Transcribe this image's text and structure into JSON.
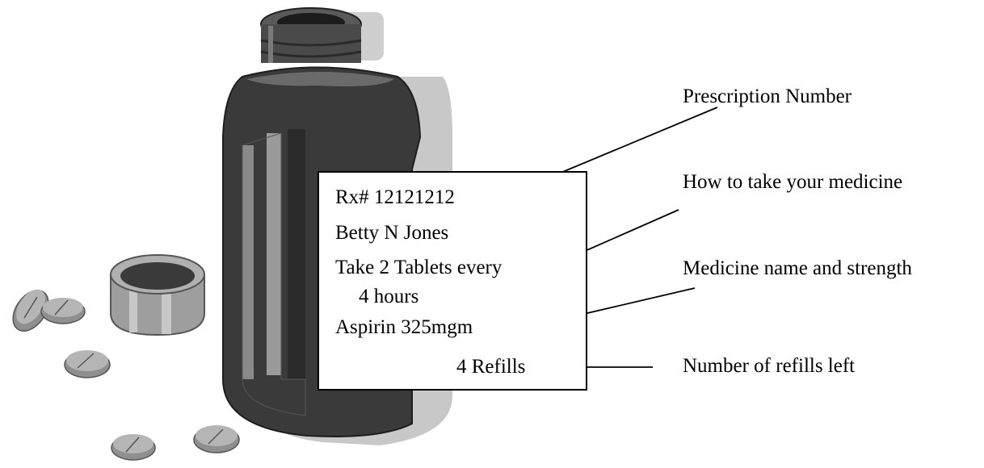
{
  "label": {
    "rx_number": "Rx# 12121212",
    "patient_name": "Betty N Jones",
    "directions_line1": "Take 2 Tablets every",
    "directions_line2": "4 hours",
    "medicine": "Aspirin 325mgm",
    "refills": "4 Refills"
  },
  "callouts": {
    "prescription_number": "Prescription Number",
    "how_to_take": "How to take your medicine",
    "medicine_name": "Medicine name and strength",
    "refills_left": "Number of refills left"
  },
  "colors": {
    "bottle_body": "#3a3a3a",
    "bottle_highlight": "#9a9a9a",
    "bottle_shadow": "#c8c8c8",
    "cap": "#9e9e9e",
    "pill": "#a8a8a8"
  }
}
